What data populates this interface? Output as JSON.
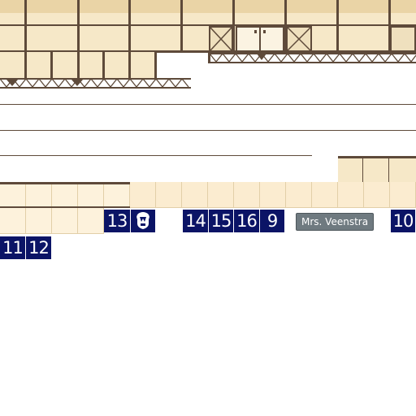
{
  "map": {
    "badges": [
      {
        "label": "13"
      },
      {
        "label": "14"
      },
      {
        "label": "15"
      },
      {
        "label": "16"
      },
      {
        "label": "9"
      },
      {
        "label": "10"
      },
      {
        "label": "11"
      },
      {
        "label": "12"
      }
    ],
    "npc": {
      "name": "Mrs. Veenstra"
    },
    "colors": {
      "badge_bg": "#0b1466",
      "npc_tag_bg": "#6f7a80",
      "wall": "#f6e8c8",
      "outline": "#5e4a3a",
      "floor": "#fdf2dc"
    },
    "icons": [
      "skull-crest-icon"
    ]
  }
}
